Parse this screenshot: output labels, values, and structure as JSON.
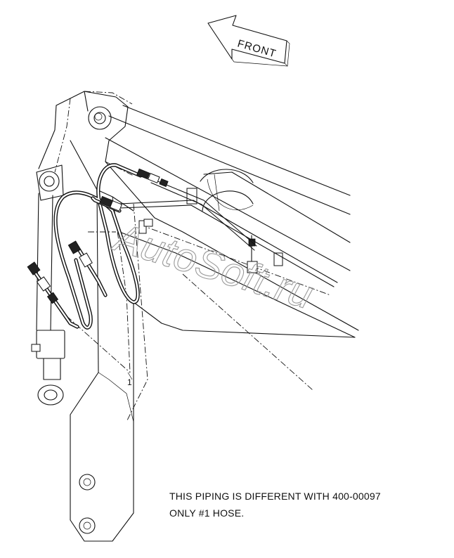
{
  "front_label": "FRONT",
  "part_callout": "1",
  "note_line_1": "THIS PIPING IS DIFFERENT WITH 400-00097",
  "note_line_2": "ONLY #1 HOSE.",
  "watermark": "AutoSoft.ru",
  "icons": [
    "front-direction-arrow-icon"
  ]
}
